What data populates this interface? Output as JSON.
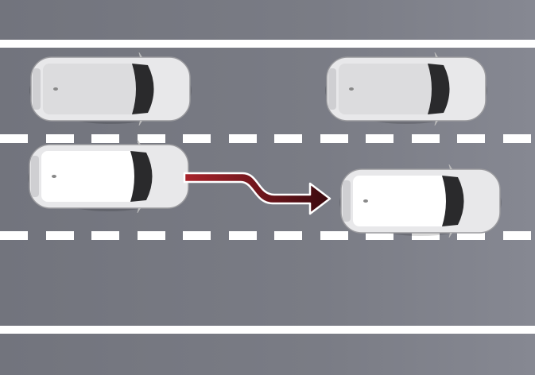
{
  "scene": {
    "description_type": "lane-change illustration",
    "colors": {
      "road": "#777981",
      "lane_marking": "#ffffff",
      "arrow_start": "#a8232b",
      "arrow_end": "#3a0a0e",
      "car_body": "#e8e8ea",
      "car_glass": "#2a2a2c"
    },
    "cars": [
      {
        "id": "parked-top-left",
        "highlighted": false
      },
      {
        "id": "parked-top-right",
        "highlighted": false
      },
      {
        "id": "ego-car",
        "highlighted": true
      },
      {
        "id": "target-car",
        "highlighted": true
      }
    ]
  }
}
